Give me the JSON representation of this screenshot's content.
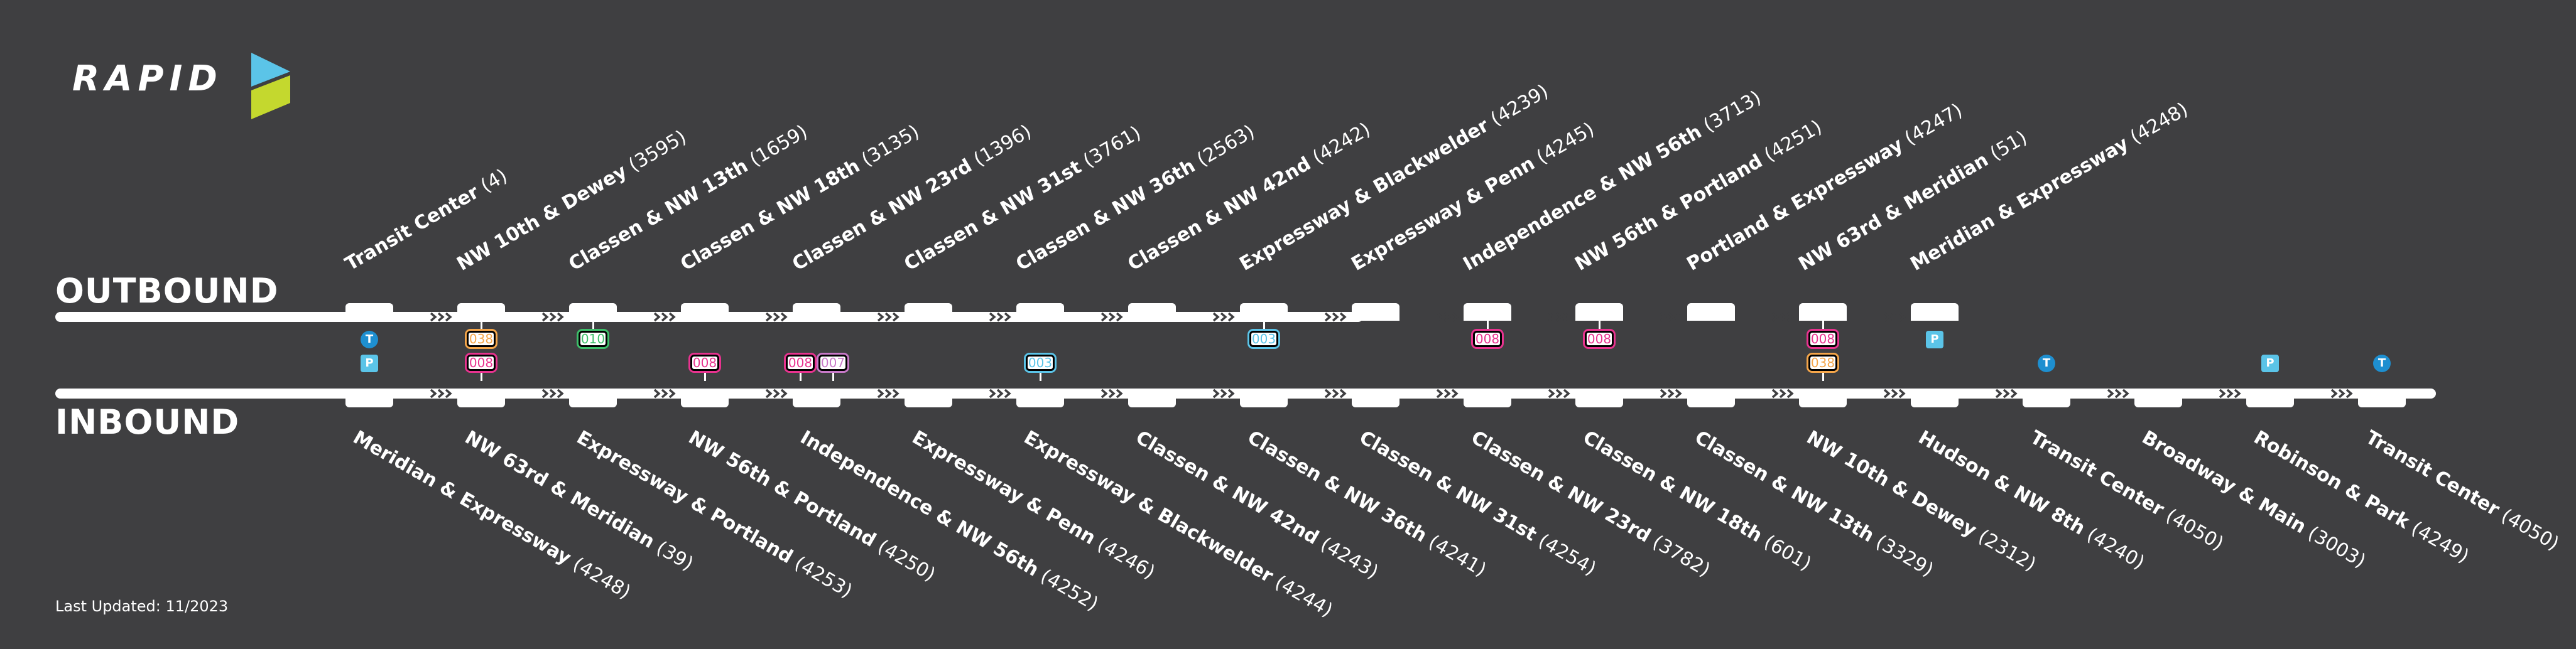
{
  "logo": {
    "text": "RAPID",
    "colors": {
      "cyan": "#5bc4e8",
      "lime": "#c4d82e"
    }
  },
  "outbound": {
    "label": "OUTBOUND",
    "stops": [
      {
        "name": "Transit Center",
        "code": "(4)",
        "icons": [
          "transit"
        ],
        "routes": []
      },
      {
        "name": "NW 10th & Dewey",
        "code": "(3595)",
        "icons": [],
        "routes": [
          "038"
        ]
      },
      {
        "name": "Classen & NW 13th",
        "code": "(1659)",
        "icons": [],
        "routes": [
          "010"
        ]
      },
      {
        "name": "Classen & NW 18th",
        "code": "(3135)",
        "icons": [],
        "routes": []
      },
      {
        "name": "Classen & NW 23rd",
        "code": "(1396)",
        "icons": [],
        "routes": []
      },
      {
        "name": "Classen & NW 31st",
        "code": "(3761)",
        "icons": [],
        "routes": []
      },
      {
        "name": "Classen & NW 36th",
        "code": "(2563)",
        "icons": [],
        "routes": []
      },
      {
        "name": "Classen & NW 42nd",
        "code": "(4242)",
        "icons": [],
        "routes": []
      },
      {
        "name": "Expressway & Blackwelder",
        "code": "(4239)",
        "icons": [],
        "routes": [
          "003"
        ]
      },
      {
        "name": "Expressway & Penn",
        "code": "(4245)",
        "icons": [],
        "routes": []
      },
      {
        "name": "Independence & NW 56th",
        "code": "(3713)",
        "icons": [],
        "routes": [
          "008"
        ]
      },
      {
        "name": "NW 56th & Portland",
        "code": "(4251)",
        "icons": [],
        "routes": [
          "008"
        ]
      },
      {
        "name": "Portland & Expressway",
        "code": "(4247)",
        "icons": [],
        "routes": []
      },
      {
        "name": "NW 63rd & Meridian",
        "code": "(51)",
        "icons": [],
        "routes": [
          "008"
        ]
      },
      {
        "name": "Meridian & Expressway",
        "code": "(4248)",
        "icons": [
          "parking"
        ],
        "routes": []
      }
    ]
  },
  "inbound": {
    "label": "INBOUND",
    "stops": [
      {
        "name": "Meridian & Expressway",
        "code": "(4248)",
        "icons": [
          "parking"
        ],
        "routes": []
      },
      {
        "name": "NW 63rd & Meridian",
        "code": "(39)",
        "icons": [],
        "routes": [
          "008"
        ]
      },
      {
        "name": "Expressway & Portland",
        "code": "(4253)",
        "icons": [],
        "routes": []
      },
      {
        "name": "NW 56th & Portland",
        "code": "(4250)",
        "icons": [],
        "routes": [
          "008"
        ]
      },
      {
        "name": "Independence & NW 56th",
        "code": "(4252)",
        "icons": [],
        "routes": [
          "008",
          "007"
        ]
      },
      {
        "name": "Expressway & Penn",
        "code": "(4246)",
        "icons": [],
        "routes": []
      },
      {
        "name": "Expressway & Blackwelder",
        "code": "(4244)",
        "icons": [],
        "routes": [
          "003"
        ]
      },
      {
        "name": "Classen & NW 42nd",
        "code": "(4243)",
        "icons": [],
        "routes": []
      },
      {
        "name": "Classen & NW 36th",
        "code": "(4241)",
        "icons": [],
        "routes": []
      },
      {
        "name": "Classen & NW 31st",
        "code": "(4254)",
        "icons": [],
        "routes": []
      },
      {
        "name": "Classen & NW 23rd",
        "code": "(3782)",
        "icons": [],
        "routes": []
      },
      {
        "name": "Classen & NW 18th",
        "code": "(601)",
        "icons": [],
        "routes": []
      },
      {
        "name": "Classen & NW 13th",
        "code": "(3329)",
        "icons": [],
        "routes": []
      },
      {
        "name": "NW 10th & Dewey",
        "code": "(2312)",
        "icons": [],
        "routes": [
          "038"
        ]
      },
      {
        "name": "Hudson & NW 8th",
        "code": "(4240)",
        "icons": [],
        "routes": []
      },
      {
        "name": "Transit Center",
        "code": "(4050)",
        "icons": [
          "transit"
        ],
        "routes": []
      },
      {
        "name": "Broadway & Main",
        "code": "(3003)",
        "icons": [],
        "routes": []
      },
      {
        "name": "Robinson & Park",
        "code": "(4249)",
        "icons": [
          "parking"
        ],
        "routes": []
      },
      {
        "name": "Transit Center",
        "code": "(4050)",
        "icons": [
          "transit"
        ],
        "routes": []
      }
    ]
  },
  "route_colors": {
    "038": "#f5a64a",
    "010": "#3dbf6a",
    "008": "#e8338f",
    "007": "#c879c8",
    "003": "#5bc4e8"
  },
  "icon_glyphs": {
    "transit": "T",
    "parking": "P"
  },
  "icon_colors": {
    "transit": "#1e8fd0",
    "parking": "#5bc4e8"
  },
  "footer": {
    "last_updated": "Last Updated: 11/2023"
  }
}
